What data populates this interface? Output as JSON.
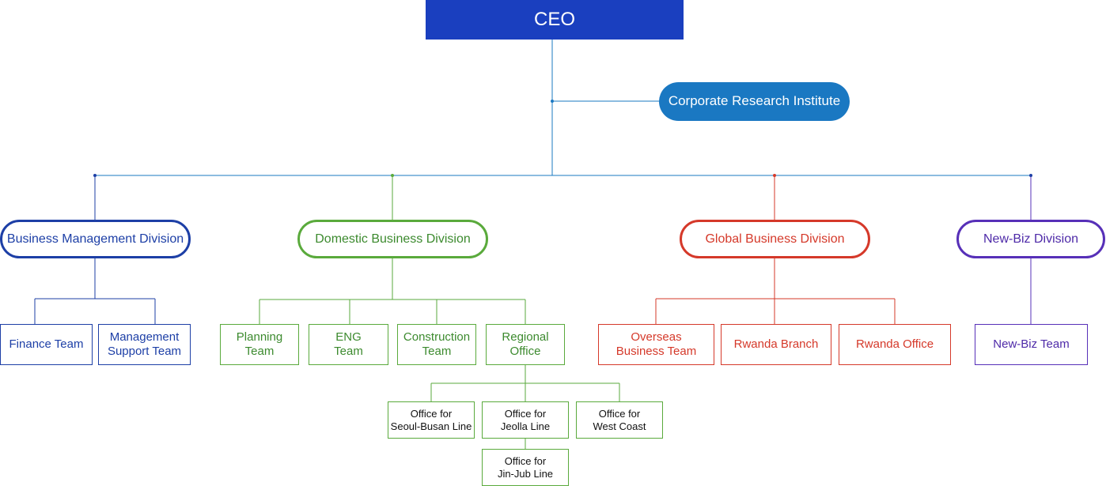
{
  "ceo": "CEO",
  "research": "Corporate Research Institute",
  "divisions": {
    "business_management": "Business Management Division",
    "domestic": "Domestic Business Division",
    "global": "Global Business Division",
    "newbiz": "New-Biz Division"
  },
  "teams": {
    "finance": "Finance Team",
    "management_support": "Management\nSupport Team",
    "planning": "Planning\nTeam",
    "eng": "ENG\nTeam",
    "construction": "Construction\nTeam",
    "regional": "Regional\nOffice",
    "overseas": "Overseas\nBusiness Team",
    "rwanda_branch": "Rwanda Branch",
    "rwanda_office": "Rwanda Office",
    "newbiz_team": "New-Biz Team"
  },
  "offices": {
    "seoul_busan": "Office for\nSeoul-Busan Line",
    "jeolla": "Office for\nJeolla  Line",
    "west_coast": "Office for\nWest Coast",
    "jin_jub": "Office for\nJin-Jub Line"
  },
  "colors": {
    "ceo": "#1a3fbf",
    "research": "#1a78c2",
    "business_management": "#1d3fa6",
    "domestic": "#5aaa3c",
    "global": "#d5392a",
    "newbiz": "#5730b8"
  }
}
